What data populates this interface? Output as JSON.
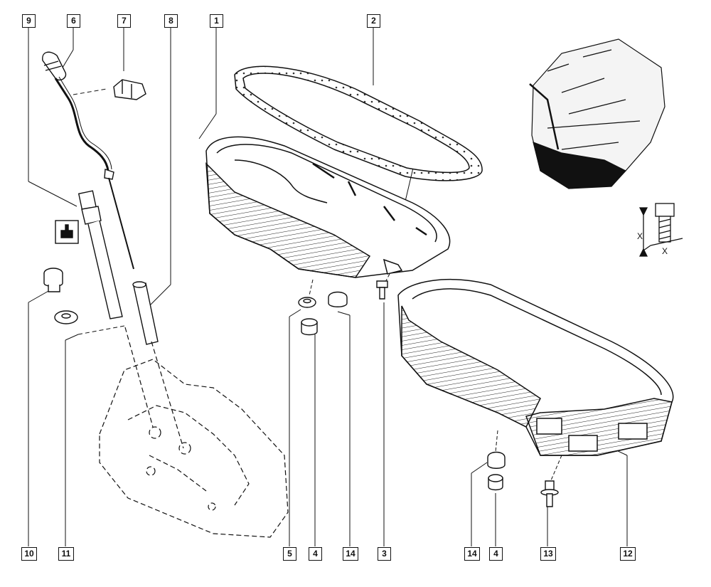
{
  "diagram": {
    "labels": [
      "9",
      "6",
      "7",
      "8",
      "1",
      "2",
      "10",
      "11",
      "5",
      "4",
      "14",
      "3",
      "14",
      "4",
      "13",
      "12"
    ],
    "symbols": {
      "dimension_letter": "X"
    }
  }
}
